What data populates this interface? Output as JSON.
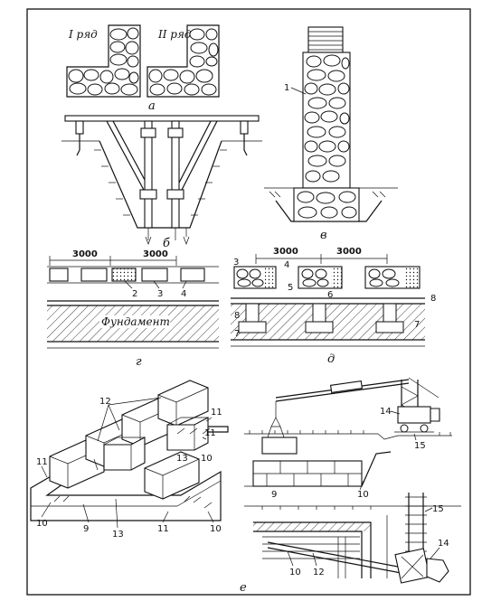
{
  "diagram": {
    "panels": {
      "a": {
        "caption": "а",
        "row1_label": "I ряд",
        "row2_label": "II ряд"
      },
      "b": {
        "caption": "б"
      },
      "v": {
        "caption": "в",
        "callout": "1"
      },
      "g": {
        "caption": "г",
        "dim_left": "3000",
        "dim_right": "3000",
        "foundation_label": "Фундамент",
        "callouts": [
          "2",
          "3",
          "4"
        ]
      },
      "d": {
        "caption": "д",
        "dim_left": "3000",
        "dim_right": "3000",
        "callouts": [
          "3",
          "4",
          "5",
          "6",
          "7",
          "7",
          "8",
          "8"
        ]
      },
      "e": {
        "caption": "е",
        "callouts": [
          "12",
          "11",
          "11",
          "10",
          "13",
          "10",
          "9",
          "13",
          "11",
          "10",
          "14",
          "15",
          "9",
          "10",
          "15",
          "14",
          "10",
          "12"
        ]
      }
    }
  }
}
